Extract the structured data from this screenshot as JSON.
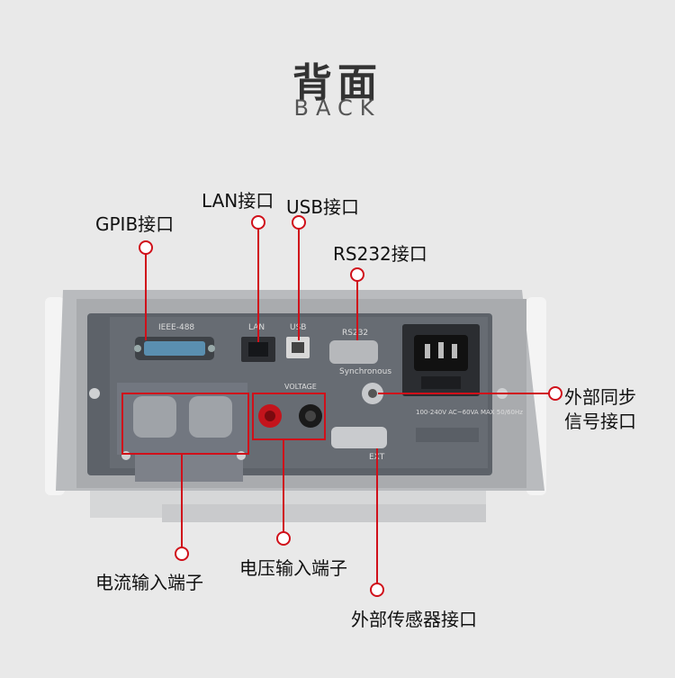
{
  "heading": {
    "cn": "背面",
    "en": "BACK"
  },
  "labels": {
    "gpib": "GPIB接口",
    "lan": "LAN接口",
    "usb": "USB接口",
    "rs232": "RS232接口",
    "sync_line1": "外部同步",
    "sync_line2": "信号接口",
    "current_input": "电流输入端子",
    "voltage_input": "电压输入端子",
    "sensor": "外部传感器接口"
  },
  "panel": {
    "ieee": "IEEE-488",
    "lan": "LAN",
    "usb": "USB",
    "rs232": "RS232",
    "synchronous": "Synchronous",
    "voltage": "VOLTAGE",
    "ext": "EXT",
    "power_spec": "100-240V AC~60VA MAX 50/60Hz"
  },
  "colors": {
    "accent": "#d0101a",
    "panel": "#5b6067",
    "housing": "#c8c9cb"
  }
}
